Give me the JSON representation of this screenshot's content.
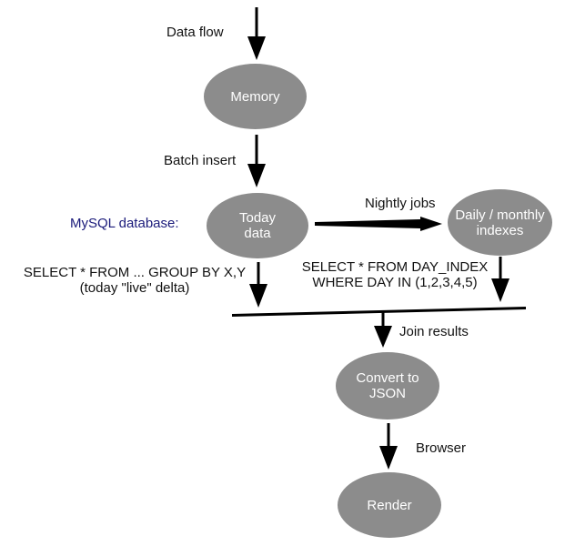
{
  "colors": {
    "node_fill": "#8c8c8c",
    "node_text": "#ffffff",
    "edge": "#000000",
    "label_text": "#111111",
    "accent_label": "#1a1a7a",
    "background": "#ffffff"
  },
  "nodes": {
    "memory": "Memory",
    "today_data": "Today\ndata",
    "indexes": "Daily / monthly\nindexes",
    "convert_json": "Convert to\nJSON",
    "render": "Render"
  },
  "labels": {
    "data_flow": "Data flow",
    "batch_insert": "Batch insert",
    "mysql_database": "MySQL database:",
    "nightly_jobs": "Nightly jobs",
    "select_group": "SELECT * FROM ... GROUP BY X,Y",
    "today_live_delta": "(today \"live\" delta)",
    "select_day_index": "SELECT * FROM DAY_INDEX",
    "where_day_in": "WHERE DAY IN (1,2,3,4,5)",
    "join_results": "Join results",
    "browser": "Browser"
  }
}
